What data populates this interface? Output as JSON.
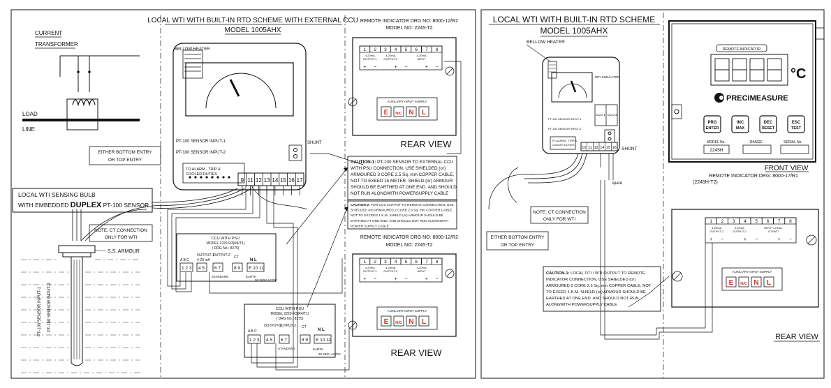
{
  "left": {
    "title": "LOCAL WTI WITH BUILT-IN RTD SCHEME WITH EXTERNAL CCU",
    "model": "MODEL 1005AHX",
    "current_transformer_1": "CURRENT",
    "current_transformer_2": "TRANSFORMER",
    "load": "LOAD",
    "line": "LINE",
    "bellow_heater": "BELLOW HEATER",
    "pt100_input1": "PT-100 SENSOR INPUT-1",
    "pt100_input2": "PT-100 SENSOR INPUT-2",
    "alarm_1": "TO ALARM , TRIP &",
    "alarm_2": "COOLER DUTIES",
    "shunt": "SHUNT",
    "entry_1": "EITHER BOTTOM ENTRY",
    "entry_2": "OR TOP ENTRY",
    "bulb_1": "LOCAL WTI SENSING BULB",
    "bulb_2_prefix": "WITH EMBEDDED ",
    "bulb_2_bold": "DUPLEX",
    "bulb_2_suffix": " PT-100 SENSOR",
    "ct_note_1": "NOTE: CT CONNECTION",
    "ct_note_2": "ONLY FOR WTI",
    "armour": "S.S. ARMOUR",
    "vert_label_1": "PT-100 SENSOR INPUT-1",
    "vert_label_2": "PT-100 SENSOR INPUT-2",
    "terminals": [
      "9",
      "11",
      "12",
      "13",
      "14",
      "15",
      "16",
      "17"
    ],
    "ccu1_1": "CCU WITH PSU",
    "ccu1_2": "MODEL 2220-R3(R4/T1)",
    "ccu1_3": "( DRG No.: 8275)",
    "ccu2_1": "CCU WITH PSU",
    "ccu2_2": "MODEL 2220-R3(R4/T1)",
    "ccu2_3": "( DRG No.: 8275)",
    "ccu_abc": "A  B  C",
    "ccu_out1": "OUTPUT-1",
    "ccu_out2": "OUTPUT-2",
    "ccu_ma": "4-20 mA",
    "ccu_ct": "CT",
    "ccu_nl": "N L",
    "ccu_term_a": "1 2 3",
    "ccu_term_b": "4 5",
    "ccu_term_c": "6 7",
    "ccu_term_d": "8 9",
    "ccu_term_e": "E 10 11",
    "ccu_earth": "EARTH",
    "ccu_volt": "90-260V AC/DC",
    "ccu_standard": "STANDARD",
    "caution1": [
      "CAUTION-1: PT-100 SENSOR TO EXTERNAL CCU",
      "WITH PSU CONNECTION, USE SHIELDED (or)",
      "ARMOURED 3 CORE 2.5 Sq. mm COPPER CABLE,",
      "NOT TO EXEED 15 METER. SHIELD (or) ARMOUR",
      "SHOULD BE EARTHED AT ONE END.  AND SHOULD",
      "NOT RUN ALONGWITH POWERSUPPLY CABLE"
    ],
    "caution2": [
      "CAUTION-2: FOR CCU OUTPUT TO REMOTE CONNECTION, USE",
      "SHIELDED (or) ARMOURED 2 CORE 2.5 Sq. mm COPPER CABLE,",
      "NOT TO EXCEED 1 K.M. SHIELD (or) ARMOUR SHOULD BE",
      "EARTHED AT ONE END.  AND SHOULD NOT RUN ALONGWITH",
      "POWER SUPPLY CABLE"
    ],
    "remote_top_1": "REMOTE INDICATOR DRG NO: 8000-12/R2",
    "remote_top_2": "MODEL NO: 2245-T2",
    "remote_mid_1": "REMOTE INDICATOR DRG NO: 8000-12/R2",
    "remote_mid_2": "MODEL NO: 2245-T2",
    "rear_view_1": "REAR VIEW",
    "rear_view_2": "REAR VIEW",
    "rear_nums": [
      "1",
      "2",
      "3",
      "4",
      "5",
      "6",
      "7",
      "8"
    ],
    "rear_out1": "4-20mA OUTPUT-1",
    "rear_out2": "4-20mA OUTPUT-2",
    "rear_in": "4-20mA INPUT",
    "aux_supply": "AUXILIARY INPUT SUPPLY",
    "aux_e": "E",
    "aux_nc": "N/C",
    "aux_n": "N",
    "aux_l": "L"
  },
  "right": {
    "title": "LOCAL WTI WITH BUILT-IN RTD SCHEME",
    "model": "MODEL 1005AHX",
    "bellow_heater": "BELLOW HEATER",
    "wti_simulator": "WTI SIMULATOR",
    "ccu1": "CCU-1",
    "ccu2": "CCU-2",
    "pt100_input1": "PT-100 SENSOR INPUT-1",
    "pt100_input2": "PT-100 SENSOR INPUT-2",
    "alarm_1": "TO ALARM , TRIP &",
    "alarm_2": "COOLER DUTIES",
    "shunt": "SHUNT",
    "terminals": [
      "10",
      "11",
      "12",
      "14",
      "15",
      "16"
    ],
    "spare": "spare",
    "remote_indicator": "REMOTE INDICATOR",
    "celsius": "°C",
    "brand": "PRECIMEASURE",
    "buttons": [
      {
        "l1": "PRG",
        "l2": "ENTER"
      },
      {
        "l1": "INC",
        "l2": "MAX"
      },
      {
        "l1": "DEC",
        "l2": "RESET"
      },
      {
        "l1": "ESC",
        "l2": "TEST"
      }
    ],
    "model_no_label": "MODEL No.",
    "model_no_value": "2245H",
    "range_label": "RANGE",
    "serial_label": "SERIAL No.",
    "front_view": "FRONT VIEW",
    "remote_drg_1": "REMOTE INDICATOR DRG: 8000-17/R1",
    "remote_drg_2": "(2245H-T2)",
    "ct_note_1": "NOTE: CT CONNECTION",
    "ct_note_2": "ONLY FOR WTI",
    "entry_1": "EITHER BOTTOM ENTRY",
    "entry_2": "OR TOP ENTRY",
    "caution": [
      "CAUTION-1: LOCAL OTI / WTI OUTPUT TO REMOTE",
      "INDICATOR CONNECTION, USE SHIELDED (or)",
      "ARMOURED 2 CORE 2.5 Sq. mm COPPER CABLE, NOT",
      "TO EXEED 1 K.M. SHIELD (or) ARMOUR SHOULD BE",
      "EARTHED AT ONE END.  AND SHOULD NOT RUN",
      "ALONGWITH POWERSUPPLY CABLE"
    ],
    "rear_nums": [
      "1",
      "2",
      "3",
      "4",
      "5",
      "6",
      "7",
      "8"
    ],
    "rear_out1": "4-20mA OUTPUT-1",
    "rear_out2": "4-20mA OUTPUT-2",
    "rear_in": "INPUT LOCAL OTI/WTI",
    "aux_supply": "AUXILIARY INPUT SUPPLY",
    "aux_e": "E",
    "aux_nc": "N/C",
    "aux_n": "N",
    "aux_l": "L",
    "rear_view": "REAR VIEW"
  }
}
